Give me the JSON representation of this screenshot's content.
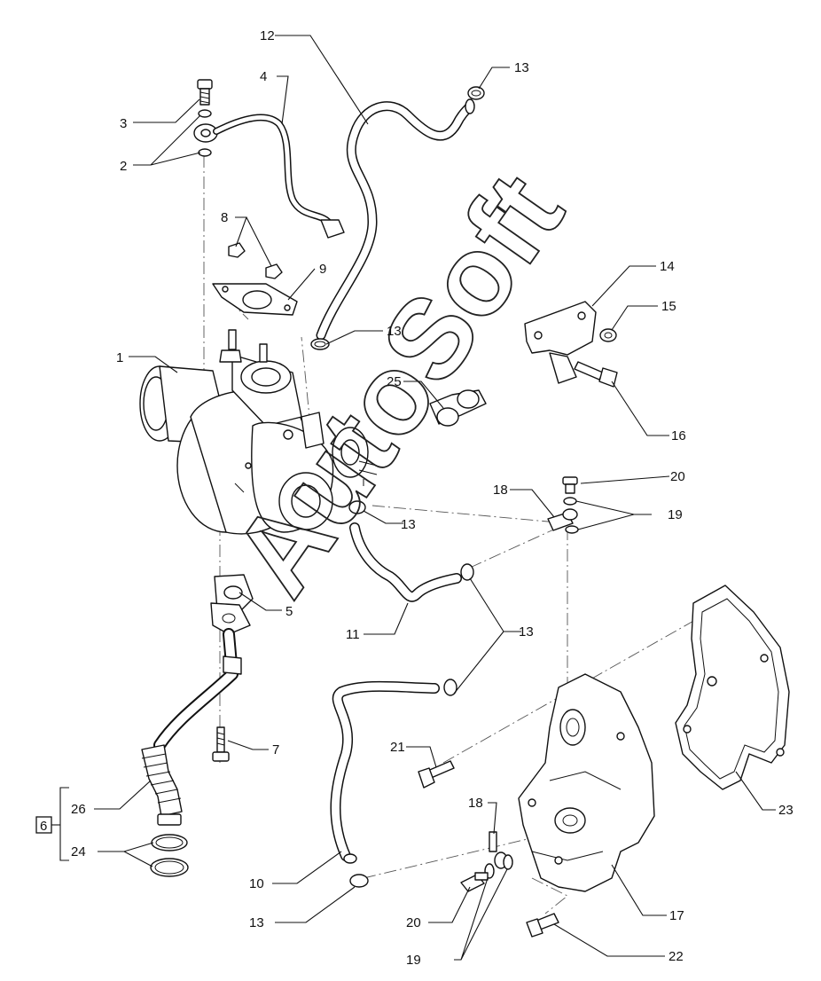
{
  "labels": {
    "l1": "1",
    "l2": "2",
    "l3": "3",
    "l4": "4",
    "l5": "5",
    "l6": "6",
    "l7": "7",
    "l8": "8",
    "l9": "9",
    "l10": "10",
    "l11": "11",
    "l12": "12",
    "l13a": "13",
    "l13b": "13",
    "l13c": "13",
    "l13d": "13",
    "l13e": "13",
    "l14": "14",
    "l15": "15",
    "l16": "16",
    "l17": "17",
    "l18a": "18",
    "l18b": "18",
    "l19a": "19",
    "l19b": "19",
    "l20a": "20",
    "l20b": "20",
    "l21": "21",
    "l22": "22",
    "l23": "23",
    "l24": "24",
    "l25": "25",
    "l26": "26"
  },
  "watermark": "AutoSoft"
}
